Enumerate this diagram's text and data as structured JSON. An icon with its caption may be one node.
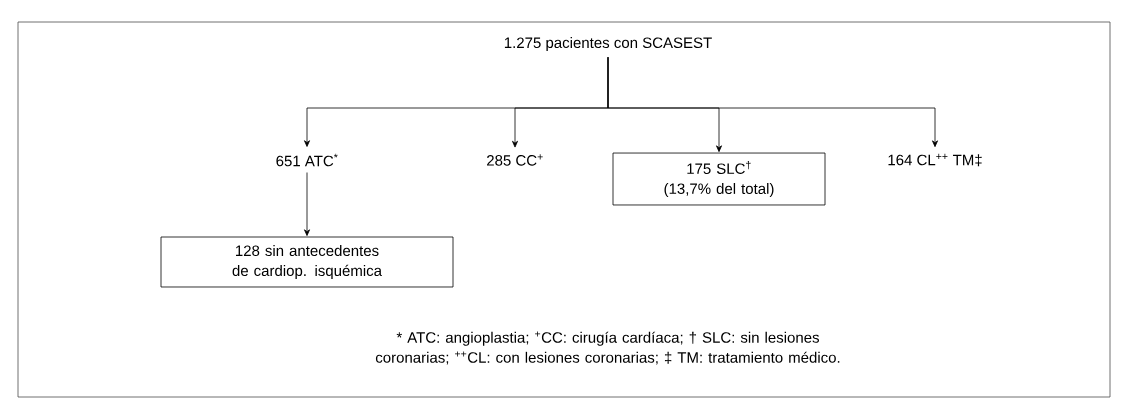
{
  "diagram": {
    "nodes": [
      {
        "text": [
          "1.275 pacientes con SCASEST"
        ]
      },
      {
        "text": [
          "651 ATC$^{*}$"
        ]
      },
      {
        "text": [
          "285 CC$^{+}$"
        ]
      },
      {
        "text": [
          "175 SLC$^{†}$",
          "(13,7% del total)"
        ]
      },
      {
        "text": [
          "164 CL$^{++}$ TM‡"
        ]
      },
      {
        "text": [
          "128 sin antecedentes de cardiop. isquémica"
        ]
      }
    ],
    "edges": [
      {
        "from": 0,
        "to": 1,
        "arrow": "to"
      },
      {
        "from": 0,
        "to": 2,
        "arrow": "to"
      },
      {
        "from": 0,
        "to": 3,
        "arrow": "to"
      },
      {
        "from": 0,
        "to": 4,
        "arrow": "to"
      },
      {
        "from": 1,
        "to": 5,
        "arrow": "to"
      }
    ],
    "labels": [
      "* ATC: angioplastia; $^{+}$CC: cirugía cardíaca; † SLC: sin lesiones coronarias; $^{++}$CL: con lesiones coronarias; ‡ TM: tratamiento médico."
    ]
  }
}
